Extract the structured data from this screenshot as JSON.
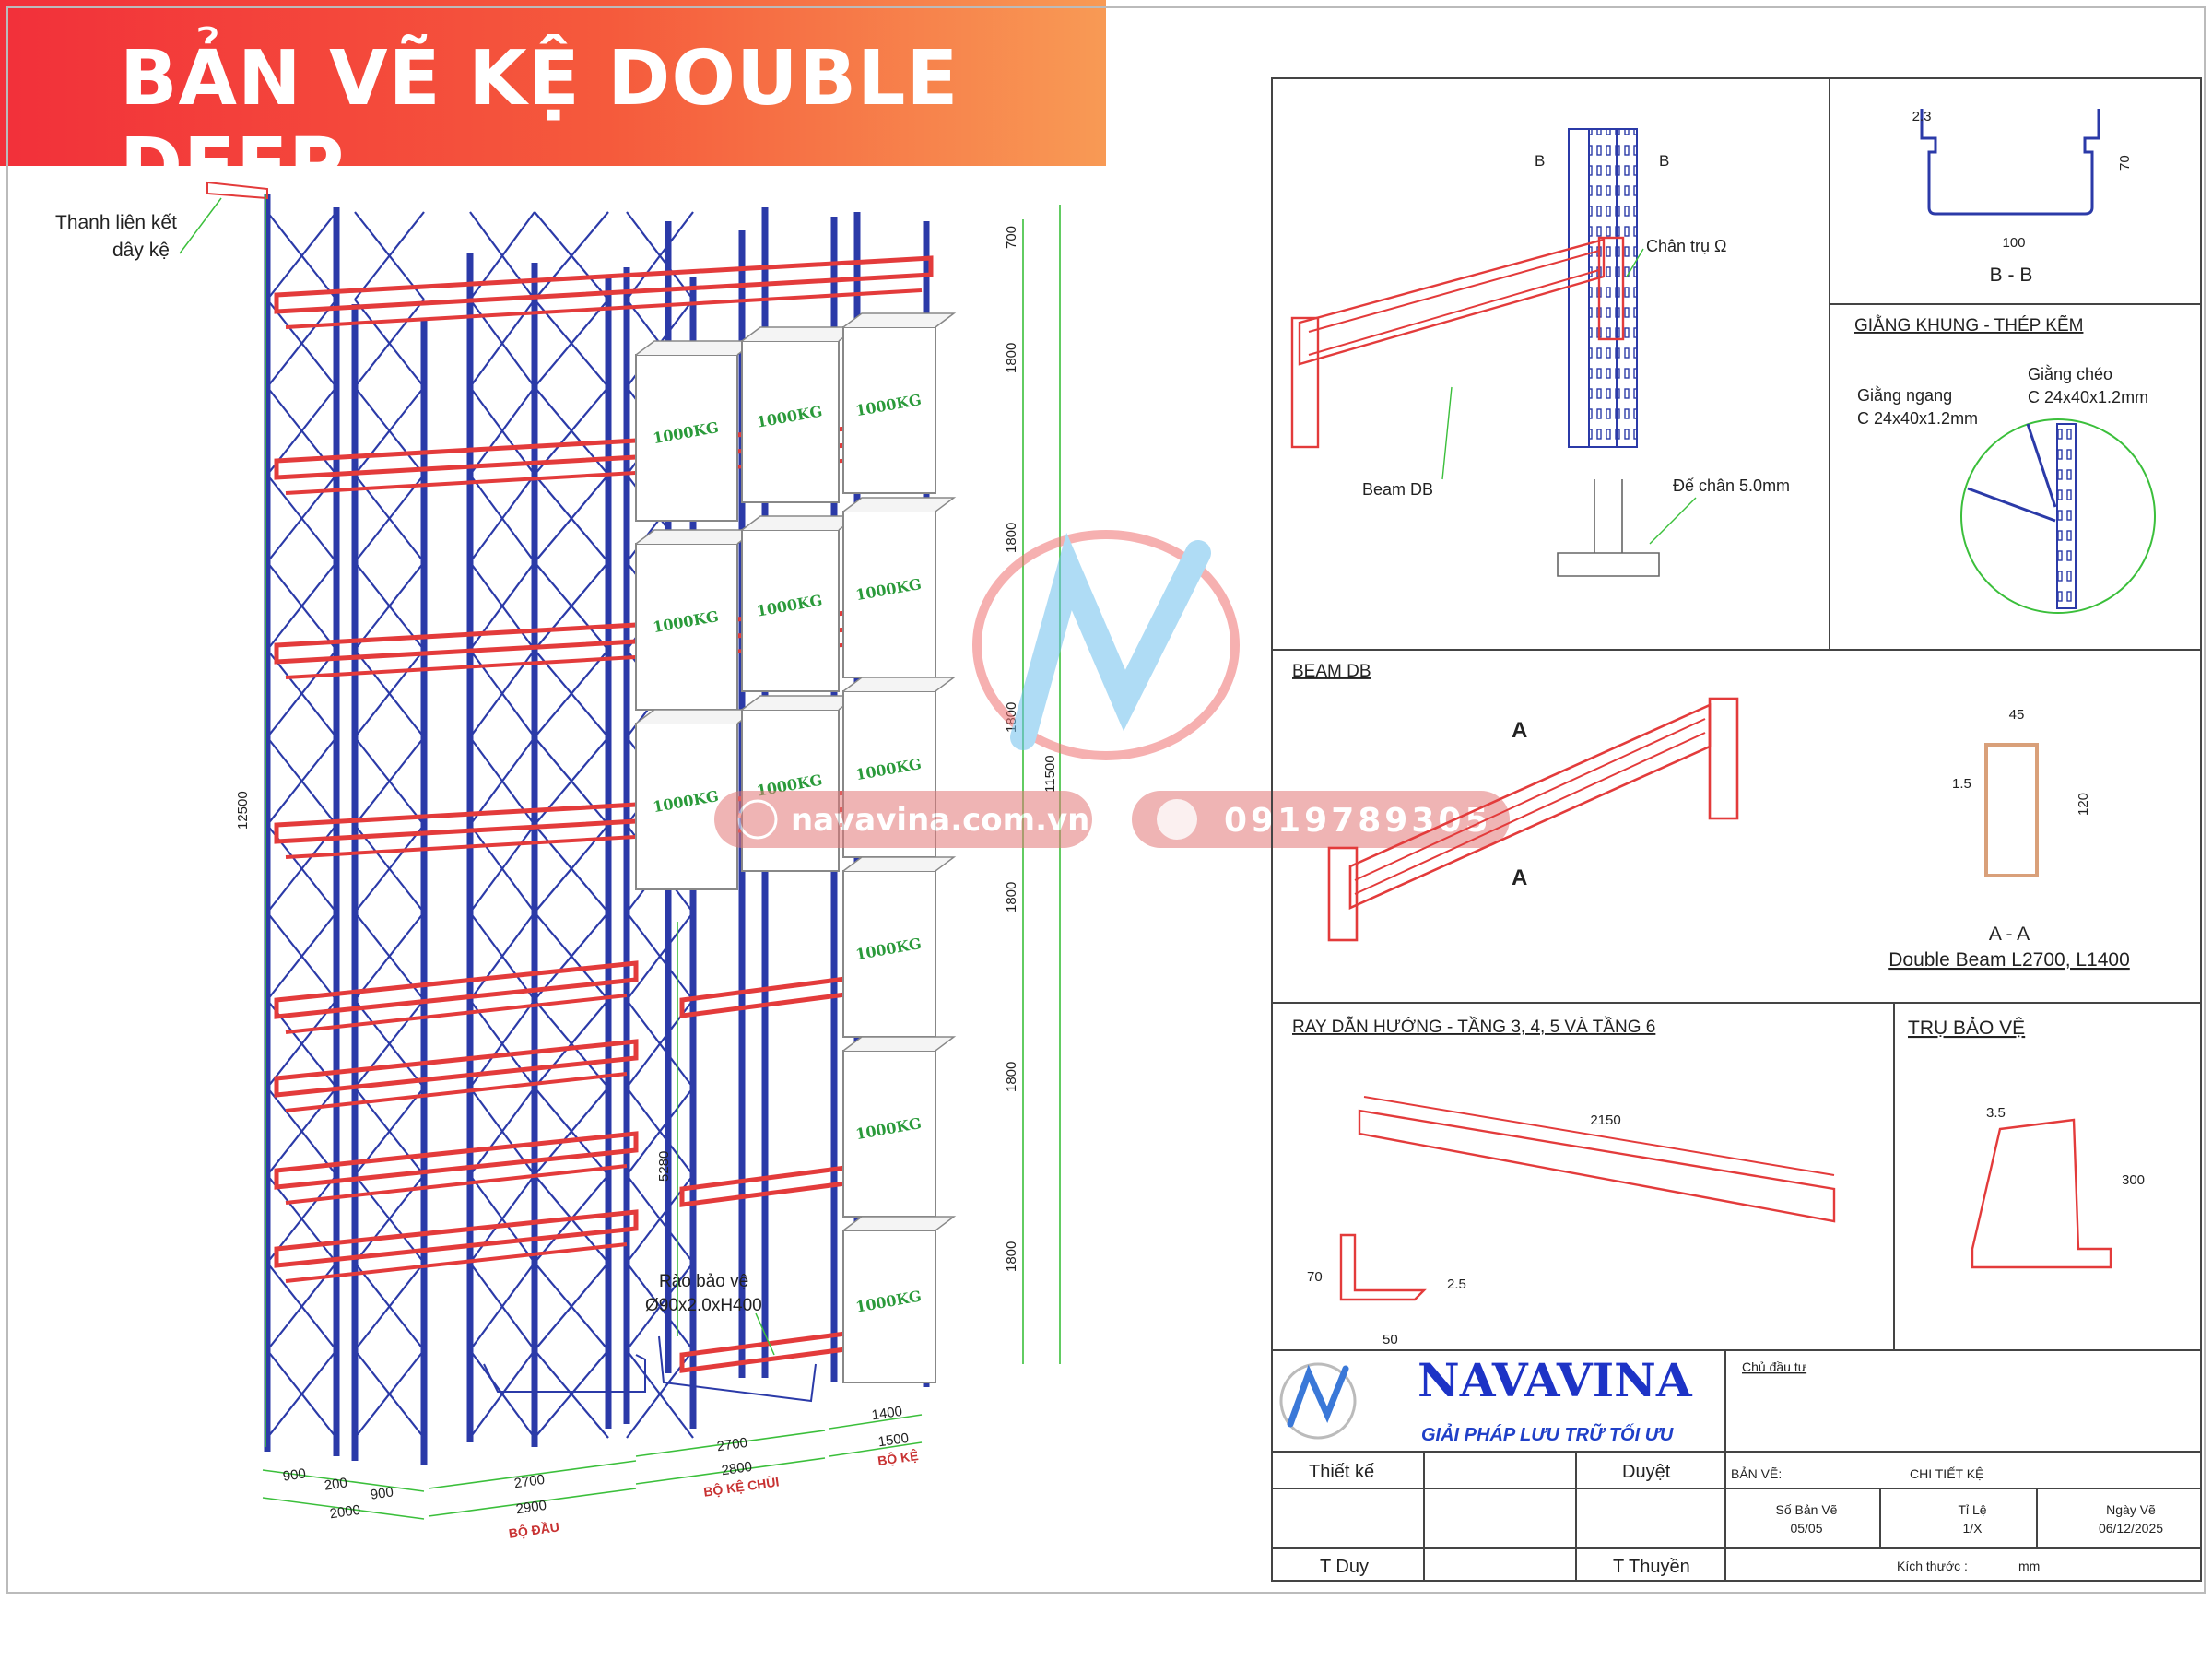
{
  "banner": {
    "title": "BẢN VẼ KỆ DOUBLE DEEP",
    "color_start": "#f2303a",
    "color_end": "#f89a55"
  },
  "colors": {
    "upright": "#2b3aa8",
    "beam": "#e33b3b",
    "dimension": "#3bbf3b",
    "frame": "#444444"
  },
  "rack": {
    "callout_tie": "Thanh liên kết\ndây kệ",
    "callout_guard": "Rào bảo vệ\nØ90x2.0xH400",
    "box_label": "1000KG",
    "dims_bottom": [
      "900",
      "200",
      "900",
      "2000",
      "2700",
      "2900",
      "2700",
      "2800",
      "1400",
      "1500"
    ],
    "section_labels": [
      "BỘ ĐẦU",
      "BỘ KỆ CHÙI",
      "BỘ KỆ"
    ],
    "height_total": "12500",
    "height_right_total": "11500",
    "height_mid": "5280",
    "level_heights": [
      "700",
      "1800",
      "1800",
      "1800",
      "1800",
      "1800",
      "1800"
    ]
  },
  "detail_upright": {
    "label_column": "Chân trụ Ω",
    "label_beam": "Beam DB",
    "label_base": "Đế chân 5.0mm",
    "section_mark": "B"
  },
  "detail_section_bb": {
    "title": "B - B",
    "width": "100",
    "height": "70",
    "thickness": "2.3"
  },
  "detail_bracing": {
    "title": "GIẰNG KHUNG - THÉP KẼM",
    "horizontal": "Giằng ngang\nC 24x40x1.2mm",
    "diagonal": "Giằng chéo\nC 24x40x1.2mm"
  },
  "detail_beam": {
    "title": "BEAM DB",
    "section_mark": "A",
    "section_title": "A - A",
    "caption": "Double Beam L2700, L1400",
    "width": "45",
    "height": "120",
    "thickness": "1.5"
  },
  "detail_rail": {
    "title": "RAY DẪN HƯỚNG - TẦNG 3, 4, 5 VÀ TẦNG 6",
    "length": "2150",
    "h": "70",
    "w": "50",
    "t": "2.5"
  },
  "detail_guard": {
    "title": "TRỤ BẢO VỆ",
    "thickness": "3.5",
    "height": "300"
  },
  "watermark": {
    "website": "navavina.com.vn",
    "phone": "0919789305"
  },
  "title_block": {
    "brand": "NAVAVINA",
    "tagline": "GIẢI PHÁP LƯU TRỮ TỐI ƯU",
    "owner_label": "Chủ đầu tư",
    "designer_label": "Thiết kế",
    "approver_label": "Duyệt",
    "drawing_label": "BẢN VẼ:",
    "drawing_name": "CHI TIẾT KỆ",
    "sheet_label": "Số Bản Vẽ",
    "sheet_value": "05/05",
    "scale_label": "Tỉ Lệ",
    "scale_value": "1/X",
    "date_label": "Ngày Vẽ",
    "date_value": "06/12/2025",
    "designer": "T Duy",
    "approver": "T Thuyền",
    "size_label": "Kích thước :",
    "size_unit": "mm"
  }
}
